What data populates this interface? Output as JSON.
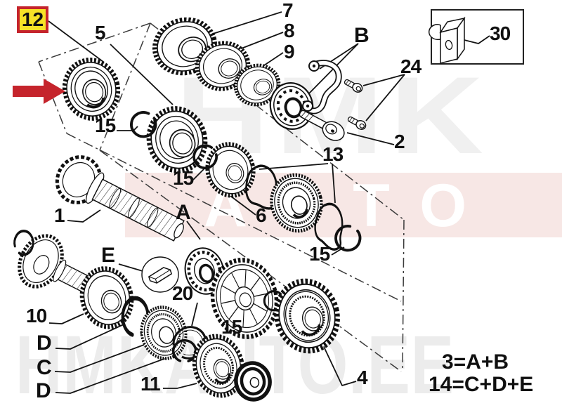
{
  "figure": {
    "kind": "exploded-parts-diagram",
    "subject": "gearbox shaft, gears, synchronizers and bearings"
  },
  "badges": {
    "highlight": "12"
  },
  "callouts": {
    "c1": "1",
    "c2": "2",
    "c4": "4",
    "c5": "5",
    "c6": "6",
    "c7": "7",
    "c8": "8",
    "c9": "9",
    "c10": "10",
    "c11": "11",
    "c13": "13",
    "c15a": "15",
    "c15b": "15",
    "c15c": "15",
    "c15d": "15",
    "c20": "20",
    "c24": "24",
    "c30": "30",
    "cA": "A",
    "cB": "B",
    "cC": "C",
    "cDa": "D",
    "cDb": "D",
    "cE": "E"
  },
  "equations": {
    "line1": "3=A+B",
    "line2": "14=C+D+E"
  },
  "watermark": {
    "top": "HMK",
    "band": "AUTO",
    "bottom": "HMKAUTO.EE"
  },
  "icons": {
    "pointer_arrow": "red-arrow-right-icon"
  },
  "colors": {
    "badge_bg": "#f6e227",
    "badge_border": "#c5242c",
    "arrow_red": "#c5242c",
    "line_black": "#141414",
    "watermark_gray": "#ececec",
    "watermark_pink": "#f7e7e5",
    "watermark_letters": "#ffffff"
  }
}
